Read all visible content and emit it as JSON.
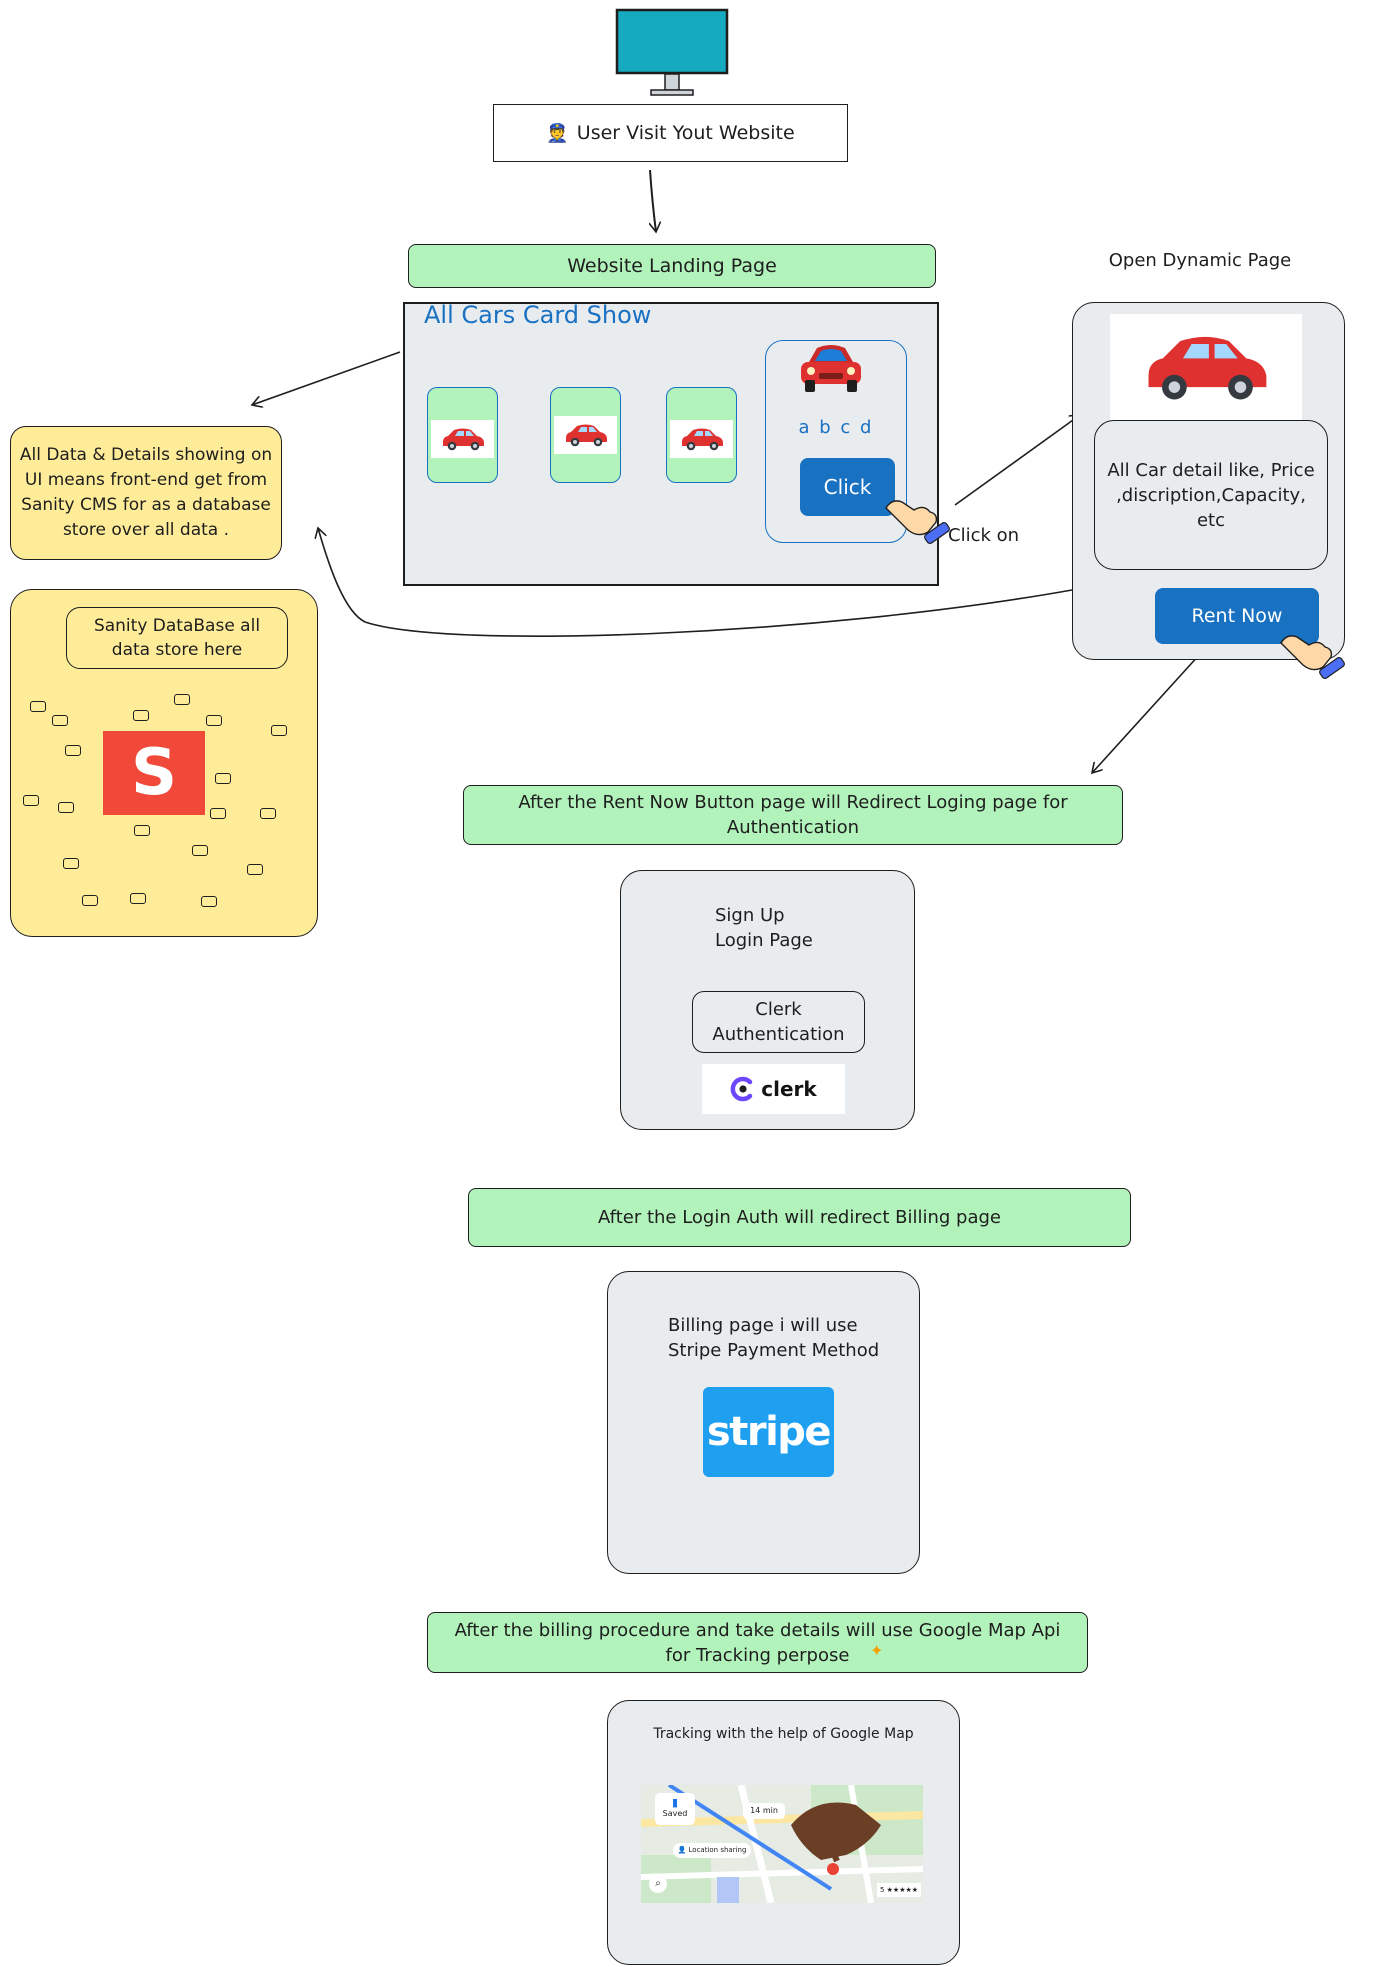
{
  "header": {
    "title": "User Visit Yout Website",
    "title_icon": "person-icon"
  },
  "landing": {
    "label": "Website Landing Page",
    "heading": "All Cars Card Show",
    "card_letters": "a b c d",
    "click_button": "Click",
    "click_on": "Click on"
  },
  "dynamic": {
    "label": "Open Dynamic Page",
    "detail": "All Car detail like, Price ,discription,Capacity, etc",
    "rent_button": "Rent Now"
  },
  "sanity": {
    "note": "All Data & Details showing on UI means front-end get from Sanity CMS for as a database store over all data .",
    "title": "Sanity DataBase all data store here",
    "logo_letter": "S"
  },
  "auth": {
    "step_label": "After the Rent Now Button  page will Redirect Loging page for Authentication",
    "title": "Sign Up Login Page",
    "provider": "Clerk Authentication",
    "logo_text": "clerk"
  },
  "billing": {
    "step_label": "After the Login Auth will redirect Billing page",
    "title": "Billing page i will use Stripe Payment Method",
    "logo_text": "stripe"
  },
  "tracking": {
    "step_label": "After the billing procedure and take details will use Google Map Api for Tracking perpose",
    "title": "Tracking with the help of Google Map",
    "map_saved": "Saved",
    "map_time": "14 min",
    "map_location": "Location sharing",
    "map_rating": "5 ★★★★★"
  },
  "colors": {
    "green": "#b2f2bb",
    "grey": "#e9ecef",
    "yellow": "#ffec99",
    "blue": "#1971c2",
    "monitor": "#15aabf",
    "sanity": "#f04939",
    "stripe": "#1f9ff0"
  }
}
